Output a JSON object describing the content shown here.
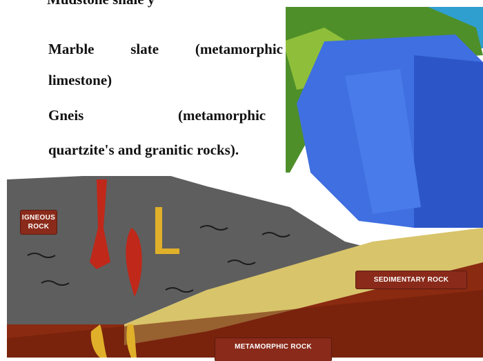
{
  "text_block": {
    "top_cut_line": "Mudstone   shale   y",
    "line1_words": [
      "Marble",
      "slate",
      "(metamorphic"
    ],
    "line2": "limestone)",
    "line3_left": "Gneis",
    "line3_right": "(metamorphic",
    "line4": "quartzite's and granitic rocks)."
  },
  "labels": {
    "igneous": "IGNEOUS ROCK",
    "sedimentary": "SEDIMENTARY ROCK",
    "metamorphic": "METAMORPHIC ROCK"
  },
  "colors": {
    "ocean": "#3f6fe0",
    "ocean_dark": "#2c56c8",
    "land": "#4f8f2a",
    "rock_grey": "#5e5e5e",
    "magma": "#c0281a",
    "sediment": "#d8c46a",
    "deep_earth": "#8a2a10"
  }
}
